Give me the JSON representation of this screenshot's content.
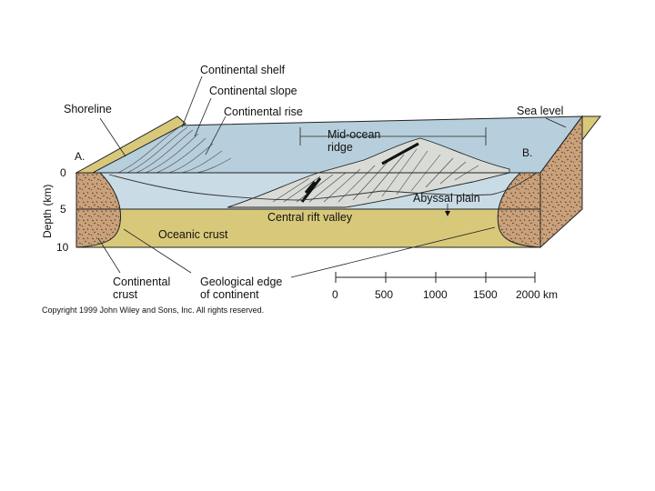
{
  "labels": {
    "continental_shelf": "Continental shelf",
    "continental_slope": "Continental slope",
    "continental_rise": "Continental rise",
    "shoreline": "Shoreline",
    "sea_level": "Sea level",
    "mid_ocean_ridge_1": "Mid-ocean",
    "mid_ocean_ridge_2": "ridge",
    "point_a": "A.",
    "point_b": "B.",
    "abyssal_plain": "Abyssal plain",
    "central_rift_valley": "Central rift valley",
    "oceanic_crust": "Oceanic crust",
    "continental_crust_1": "Continental",
    "continental_crust_2": "crust",
    "geological_edge_1": "Geological edge",
    "geological_edge_2": "of continent"
  },
  "depth_axis": {
    "title": "Depth (km)",
    "ticks": [
      "0",
      "5",
      "10"
    ]
  },
  "distance_scale": {
    "ticks": [
      "0",
      "500",
      "1000",
      "1500",
      "2000 km"
    ]
  },
  "copyright": "Copyright 1999 John Wiley and Sons, Inc. All rights reserved.",
  "colors": {
    "water": "#c9dce6",
    "water_top": "#b7cfdc",
    "sediment": "#d8c97a",
    "sediment_side": "#cbb35f",
    "crust": "#c9a27c",
    "ridge": "#d9dcd6"
  }
}
